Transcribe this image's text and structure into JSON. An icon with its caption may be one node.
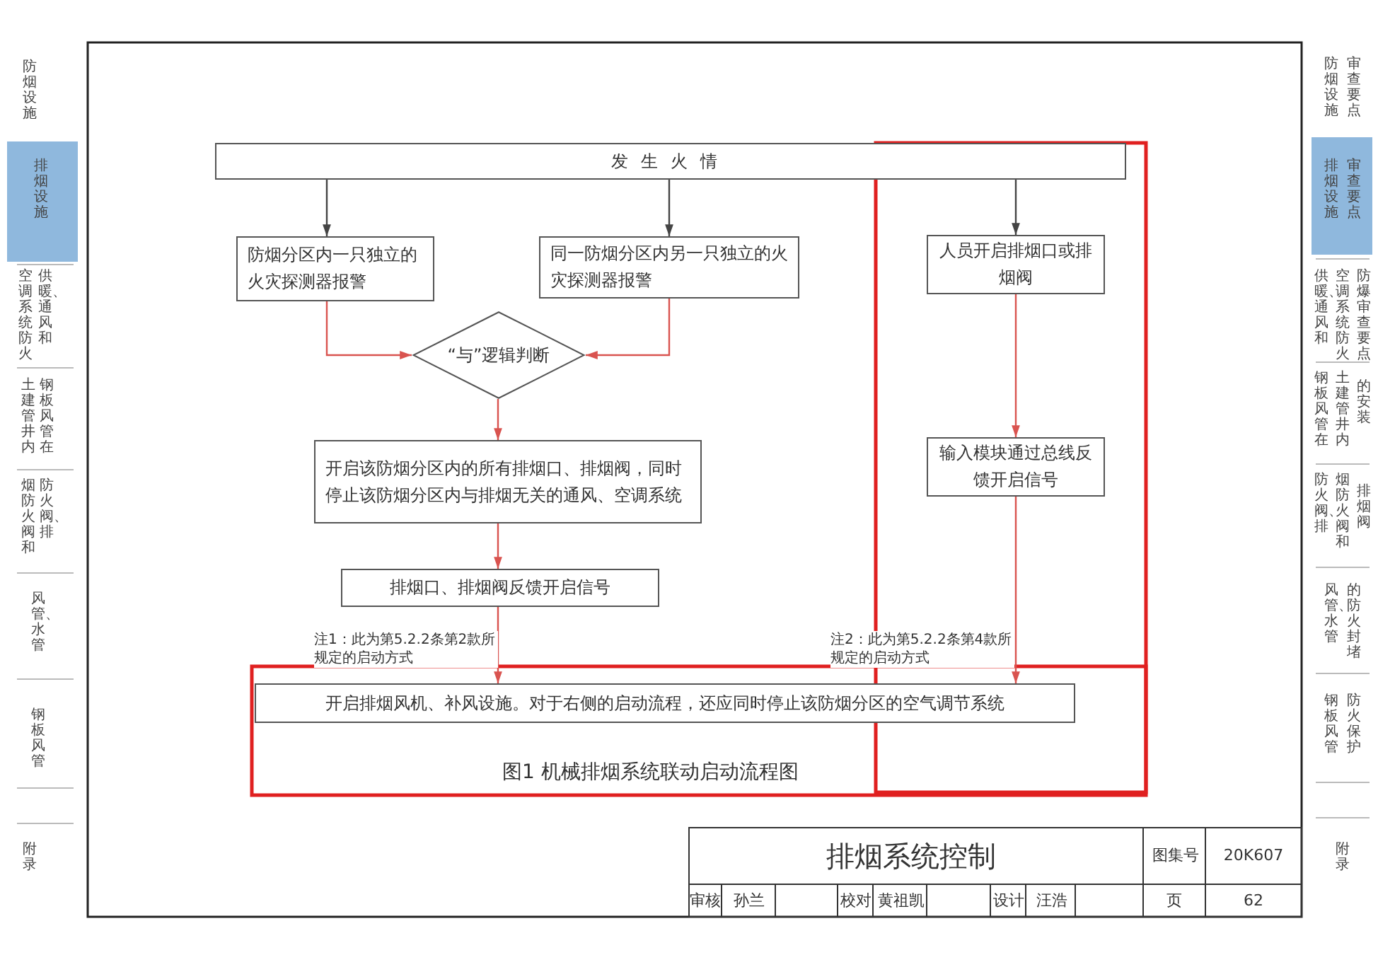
{
  "diagram": {
    "title": "排烟系统控制",
    "caption": "图1 机械排烟系统联动启动流程图",
    "nodes": [
      {
        "text": [
          "发生火情"
        ]
      },
      {
        "text": [
          "防烟分区内一只独立的火灾探测器报警"
        ]
      },
      {
        "text": [
          "同一防烟分区内另一只独立的火灾探测器报警"
        ]
      },
      {
        "text": [
          "“与”逻辑判断"
        ]
      },
      {
        "text": [
          "开启该防烟分区内的所有排烟口、排烟阀，同时停止该防烟分区内与排烟无关的通风、空调系统"
        ]
      },
      {
        "text": [
          "排烟口、排烟阀反馈开启信号"
        ]
      },
      {
        "text": [
          "人员开启排烟口或排烟阀"
        ]
      },
      {
        "text": [
          "输入模块通过总线反馈开启信号"
        ]
      },
      {
        "text": [
          "开启排烟风机、补风设施。对于右侧的启动流程，还应同时停止该防烟分区的空气调节系统"
        ]
      }
    ],
    "edges": [
      {
        "from": 0,
        "to": 1,
        "arrow": "to",
        "color": "#444444"
      },
      {
        "from": 0,
        "to": 2,
        "arrow": "to",
        "color": "#444444"
      },
      {
        "from": 0,
        "to": 6,
        "arrow": "to",
        "color": "#444444"
      },
      {
        "from": 1,
        "to": 3,
        "arrow": "to"
      },
      {
        "from": 2,
        "to": 3,
        "arrow": "to"
      },
      {
        "from": 3,
        "to": 4,
        "arrow": "to"
      },
      {
        "from": 4,
        "to": 5,
        "arrow": "to"
      },
      {
        "from": 5,
        "to": 8,
        "arrow": "to"
      },
      {
        "from": 6,
        "to": 7,
        "arrow": "to"
      },
      {
        "from": 7,
        "to": 8,
        "arrow": "to"
      }
    ],
    "labels": [
      "注1：此为第5.2.2条第2款所规定的启动方式",
      "注2：此为第5.2.2条第4款所规定的启动方式",
      "图集号",
      "20K607",
      "审核",
      "孙兰",
      "校对",
      "黄祖凯",
      "设计",
      "汪浩",
      "页",
      "62",
      "空调系统防火",
      "供暖、通风和",
      "防烟设施",
      "排烟设施",
      "土建管井内",
      "钢板风管在",
      "烟防火阀和",
      "防火阀、排",
      "风管、水管",
      "钢板风管",
      "附录",
      "防烟设施",
      "审查要点",
      "排烟设施",
      "审查要点",
      "供暖、通风和",
      "空调系统防火",
      "防爆审查要点",
      "钢板风管在",
      "土建管井内",
      "的安装",
      "防火阀、排",
      "烟防火阀和",
      "排烟阀",
      "风管、水管",
      "的防火封堵",
      "钢板风管",
      "防火保护",
      "附录"
    ]
  }
}
